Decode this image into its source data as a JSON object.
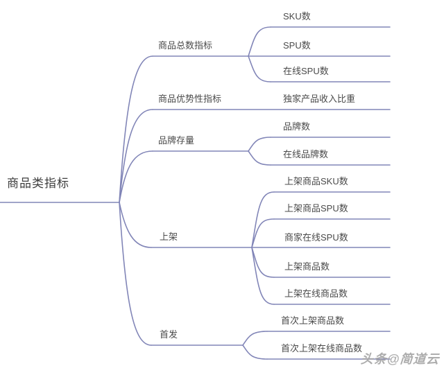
{
  "colors": {
    "line": "#8185b7",
    "node_text": "#4a4a4a",
    "root_text": "#3d3d3d",
    "watermark_text": "#a5a5a5",
    "background": "#ffffff"
  },
  "watermark": "头条@简道云",
  "mindmap": {
    "root": {
      "label": "商品类指标"
    },
    "branches": [
      {
        "label": "商品总数指标",
        "children": [
          {
            "label": "SKU数"
          },
          {
            "label": "SPU数"
          },
          {
            "label": "在线SPU数"
          }
        ]
      },
      {
        "label": "商品优势性指标",
        "children": [
          {
            "label": "独家产品收入比重"
          }
        ]
      },
      {
        "label": "品牌存量",
        "children": [
          {
            "label": "品牌数"
          },
          {
            "label": "在线品牌数"
          }
        ]
      },
      {
        "label": "上架",
        "children": [
          {
            "label": "上架商品SKU数"
          },
          {
            "label": "上架商品SPU数"
          },
          {
            "label": "商家在线SPU数"
          },
          {
            "label": "上架商品数"
          },
          {
            "label": "上架在线商品数"
          }
        ]
      },
      {
        "label": "首发",
        "children": [
          {
            "label": "首次上架商品数"
          },
          {
            "label": "首次上架在线商品数"
          }
        ]
      }
    ]
  }
}
